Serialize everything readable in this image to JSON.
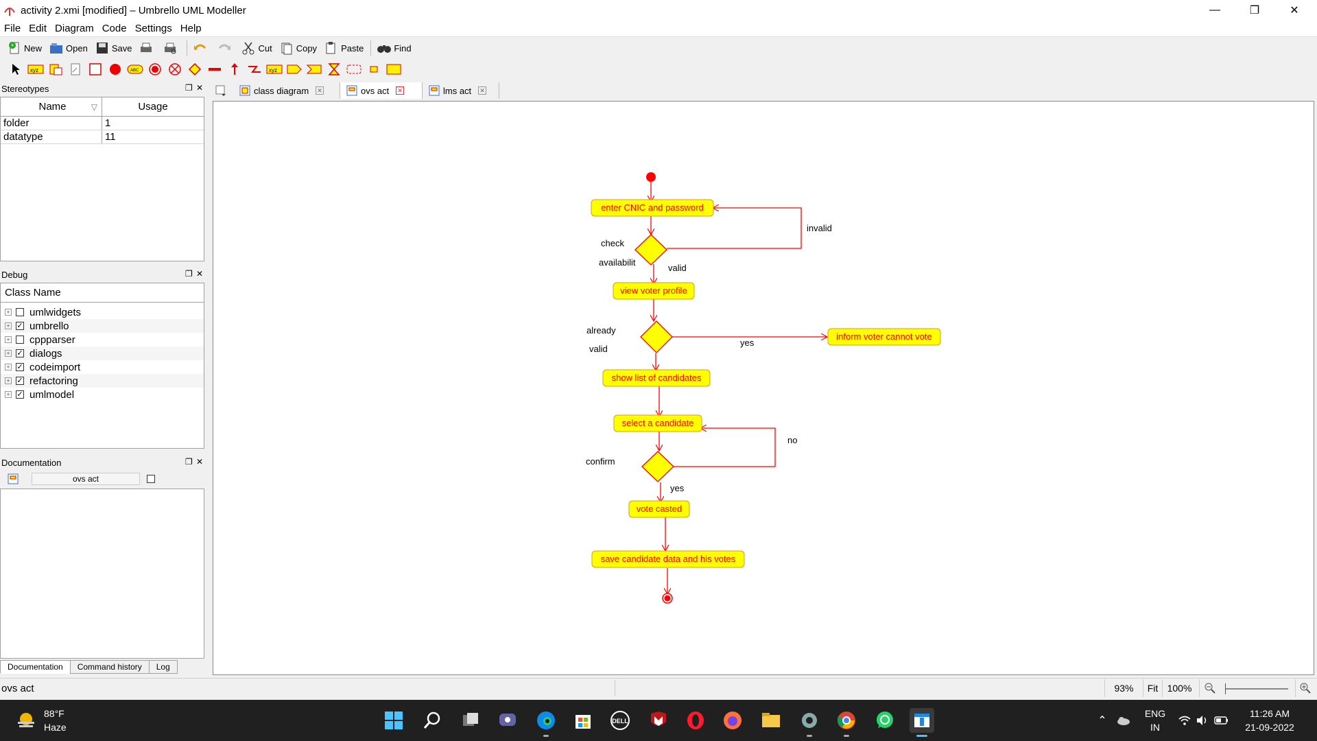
{
  "window": {
    "title": "activity 2.xmi [modified] – Umbrello UML Modeller",
    "controls": [
      "minimize-icon",
      "restore-icon",
      "close-icon"
    ]
  },
  "menu": [
    "File",
    "Edit",
    "Diagram",
    "Code",
    "Settings",
    "Help"
  ],
  "toolbar": {
    "new": "New",
    "open": "Open",
    "save": "Save",
    "cut": "Cut",
    "copy": "Copy",
    "paste": "Paste",
    "find": "Find"
  },
  "stereotypes": {
    "title": "Stereotypes",
    "columns": [
      "Name",
      "Usage"
    ],
    "rows": [
      {
        "name": "folder",
        "usage": "1"
      },
      {
        "name": "datatype",
        "usage": "11"
      }
    ]
  },
  "debug": {
    "title": "Debug",
    "column": "Class Name",
    "items": [
      {
        "label": "umlwidgets",
        "checked": false
      },
      {
        "label": "umbrello",
        "checked": true
      },
      {
        "label": "cppparser",
        "checked": false
      },
      {
        "label": "dialogs",
        "checked": true
      },
      {
        "label": "codeimport",
        "checked": true
      },
      {
        "label": "refactoring",
        "checked": true
      },
      {
        "label": "umlmodel",
        "checked": true
      }
    ]
  },
  "documentation": {
    "title": "Documentation",
    "diagram_name": "ovs act"
  },
  "dock_tabs": [
    "Documentation",
    "Command history",
    "Log"
  ],
  "diagram_tabs": [
    {
      "label": "class diagram",
      "active": false
    },
    {
      "label": "ovs act",
      "active": true
    },
    {
      "label": "lms act",
      "active": false
    }
  ],
  "diagram": {
    "activities": {
      "enter": "enter CNIC and password",
      "profile": "view voter profile",
      "inform": "inform voter cannot vote",
      "list": "show list of candidates",
      "select": "select a candidate",
      "vote": "vote casted",
      "save": "save candidate data and his votes"
    },
    "labels": {
      "invalid": "invalid",
      "check": "check",
      "availability": "availabilit",
      "valid": "valid",
      "already": "already",
      "already_valid": "valid",
      "yes1": "yes",
      "no": "no",
      "confirm": "confirm",
      "yes2": "yes"
    },
    "colors": {
      "fill": "#ffff00",
      "line": "#ff0000",
      "stroke": "#d4a000"
    }
  },
  "status": {
    "text": "ovs act",
    "zoom": "93%",
    "fit": "Fit",
    "zoom100": "100%"
  },
  "taskbar": {
    "temperature": "88°F",
    "weather": "Haze",
    "lang1": "ENG",
    "lang2": "IN",
    "time": "11:26 AM",
    "date": "21-09-2022"
  }
}
